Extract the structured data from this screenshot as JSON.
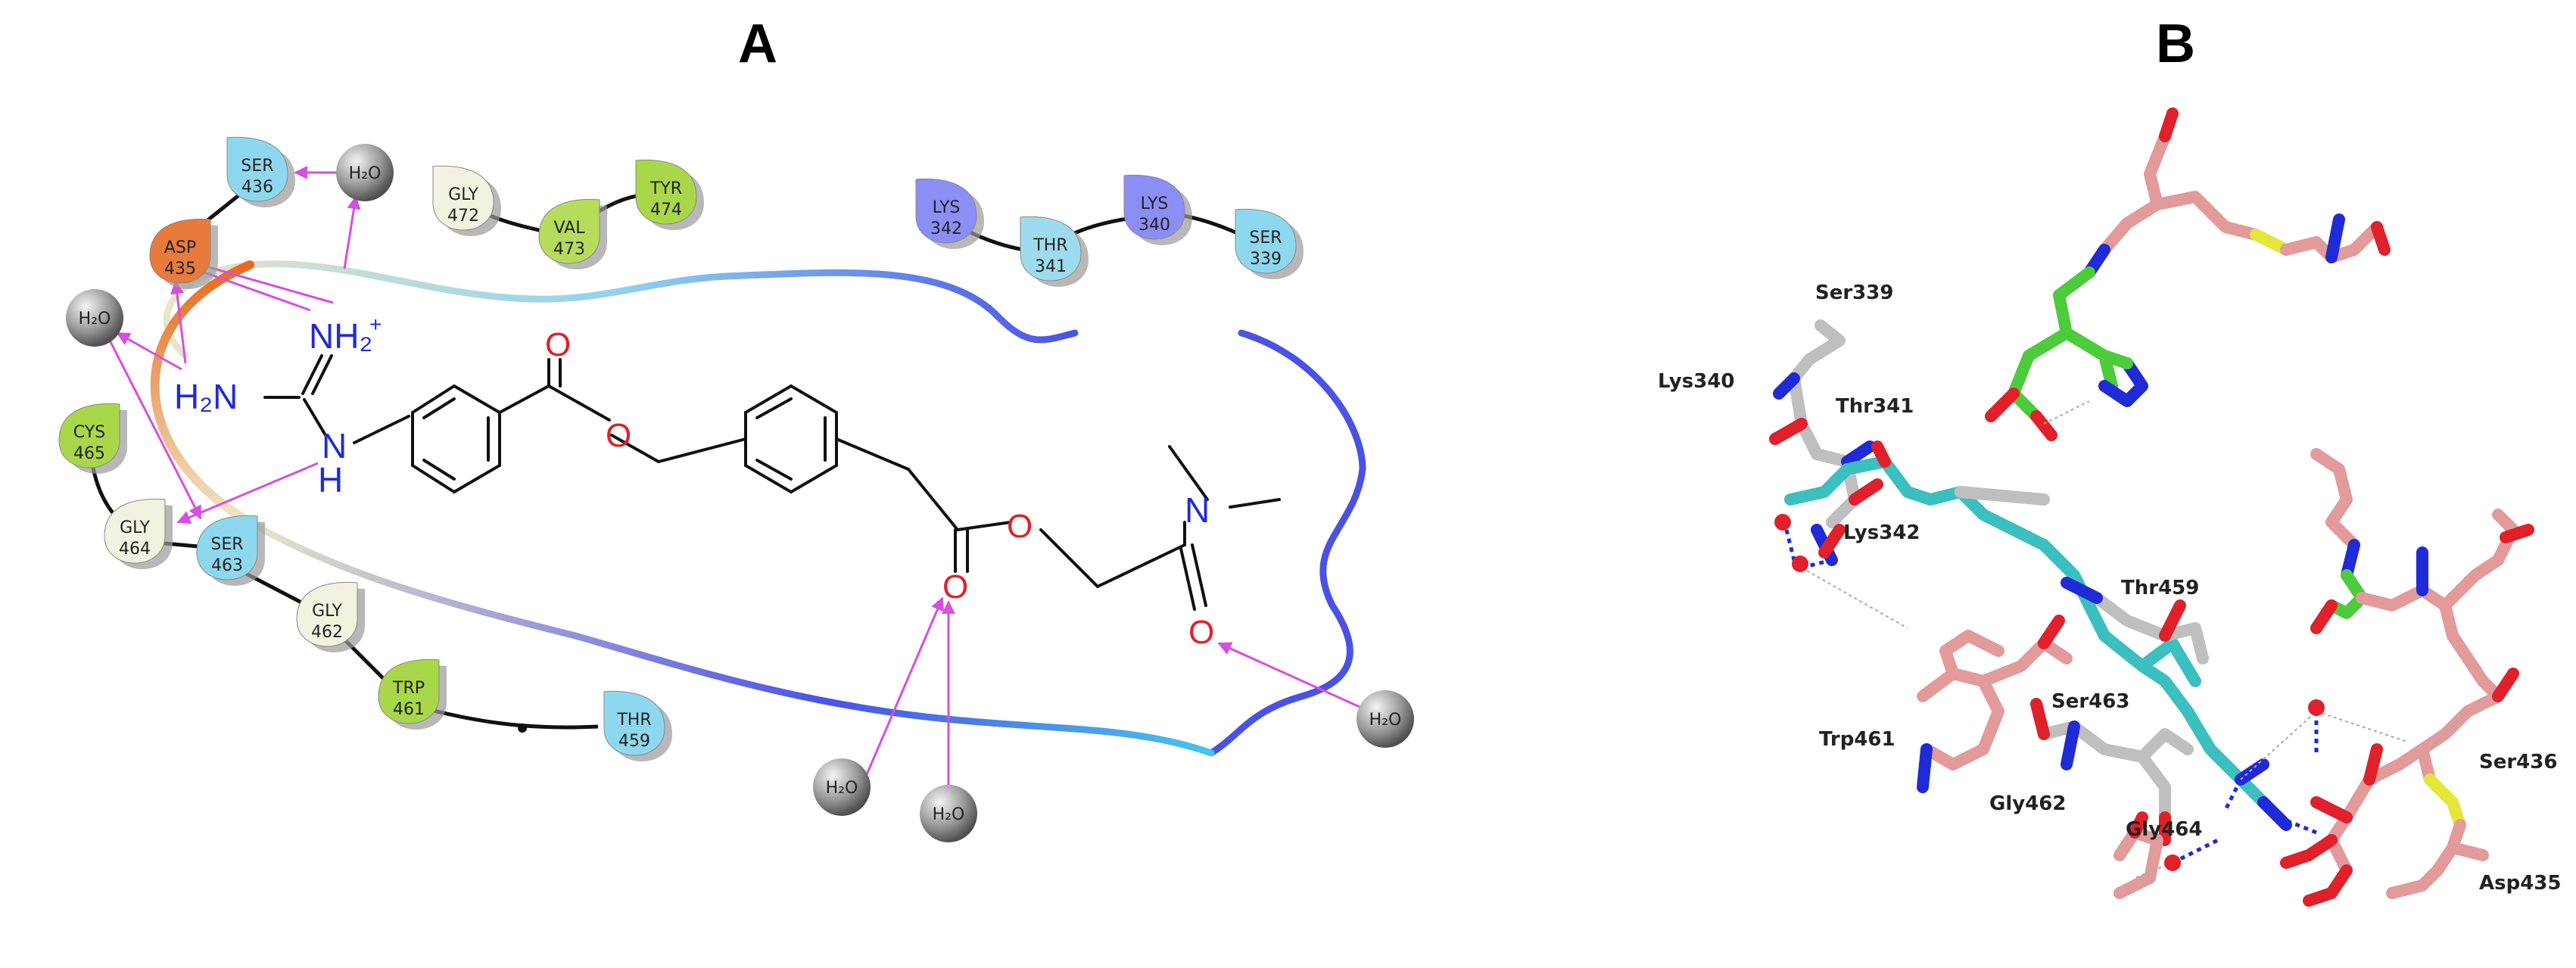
{
  "panels": {
    "a_label": "A",
    "b_label": "B"
  },
  "panel_a": {
    "residues": [
      {
        "name": "SER",
        "num": "436",
        "color": "#8ed8ef"
      },
      {
        "name": "ASP",
        "num": "435",
        "color": "#e87a3c"
      },
      {
        "name": "GLY",
        "num": "472",
        "color": "#f2f2e0"
      },
      {
        "name": "VAL",
        "num": "473",
        "color": "#b5dc5a"
      },
      {
        "name": "TYR",
        "num": "474",
        "color": "#a9d74a"
      },
      {
        "name": "LYS",
        "num": "342",
        "color": "#8a8ef5"
      },
      {
        "name": "THR",
        "num": "341",
        "color": "#9ddcef"
      },
      {
        "name": "LYS",
        "num": "340",
        "color": "#8a8ef5"
      },
      {
        "name": "SER",
        "num": "339",
        "color": "#8ed8ef"
      },
      {
        "name": "CYS",
        "num": "465",
        "color": "#a9d74a"
      },
      {
        "name": "GLY",
        "num": "464",
        "color": "#f2f2e0"
      },
      {
        "name": "SER",
        "num": "463",
        "color": "#8ed8ef"
      },
      {
        "name": "GLY",
        "num": "462",
        "color": "#f2f2e0"
      },
      {
        "name": "TRP",
        "num": "461",
        "color": "#a9d74a"
      },
      {
        "name": "THR",
        "num": "459",
        "color": "#8ed8ef"
      }
    ],
    "water_label": "H₂O",
    "atoms": {
      "nh2_plus": "NH₂",
      "plus": "+",
      "h2n": "H₂N",
      "n": "N",
      "h": "H",
      "o": "O"
    }
  },
  "panel_b": {
    "labels": [
      "Ser339",
      "Lys340",
      "Thr341",
      "Lys342",
      "Thr459",
      "Trp461",
      "Ser463",
      "Gly462",
      "Gly464",
      "Ser436",
      "Asp435"
    ]
  },
  "colors": {
    "nitrogen": "#1f2bd6",
    "oxygen": "#e0202a",
    "hbond_arrow": "#d94de0",
    "ligand_carbon_b": "#3bbfbf",
    "residue_carbon_b": "#bfbfbf",
    "pink_carbon_b": "#e29a9a",
    "green_carbon_b": "#4ccc3c",
    "sulfur_b": "#e6e63a"
  }
}
